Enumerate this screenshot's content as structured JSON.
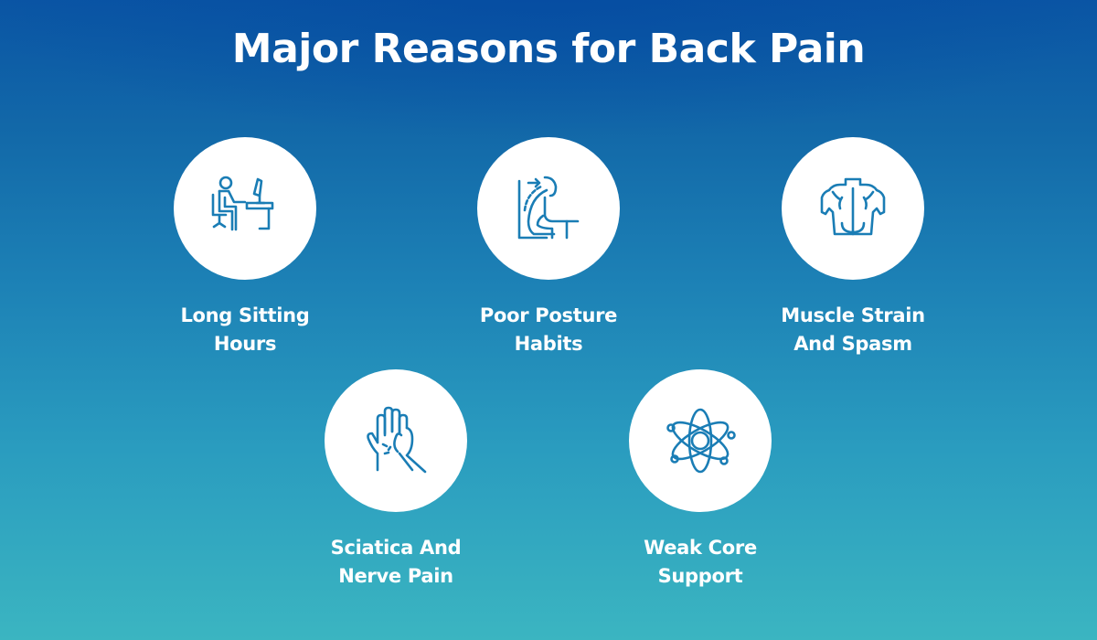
{
  "header": {
    "title": "Major Reasons for Back Pain"
  },
  "theme": {
    "background_top": "#0a55a4",
    "background_bottom": "#3bb5c1",
    "circle_color": "#ffffff",
    "icon_stroke": "#1a7db5",
    "text_color": "#ffffff"
  },
  "reasons": [
    {
      "icon": "person-at-desk-icon",
      "line1": "Long Sitting",
      "line2": "Hours"
    },
    {
      "icon": "poor-posture-icon",
      "line1": "Poor Posture",
      "line2": "Habits"
    },
    {
      "icon": "back-muscles-icon",
      "line1": "Muscle Strain",
      "line2": "And Spasm"
    },
    {
      "icon": "hand-wrist-pain-icon",
      "line1": "Sciatica And",
      "line2": "Nerve Pain"
    },
    {
      "icon": "atom-core-icon",
      "line1": "Weak Core",
      "line2": "Support"
    }
  ]
}
